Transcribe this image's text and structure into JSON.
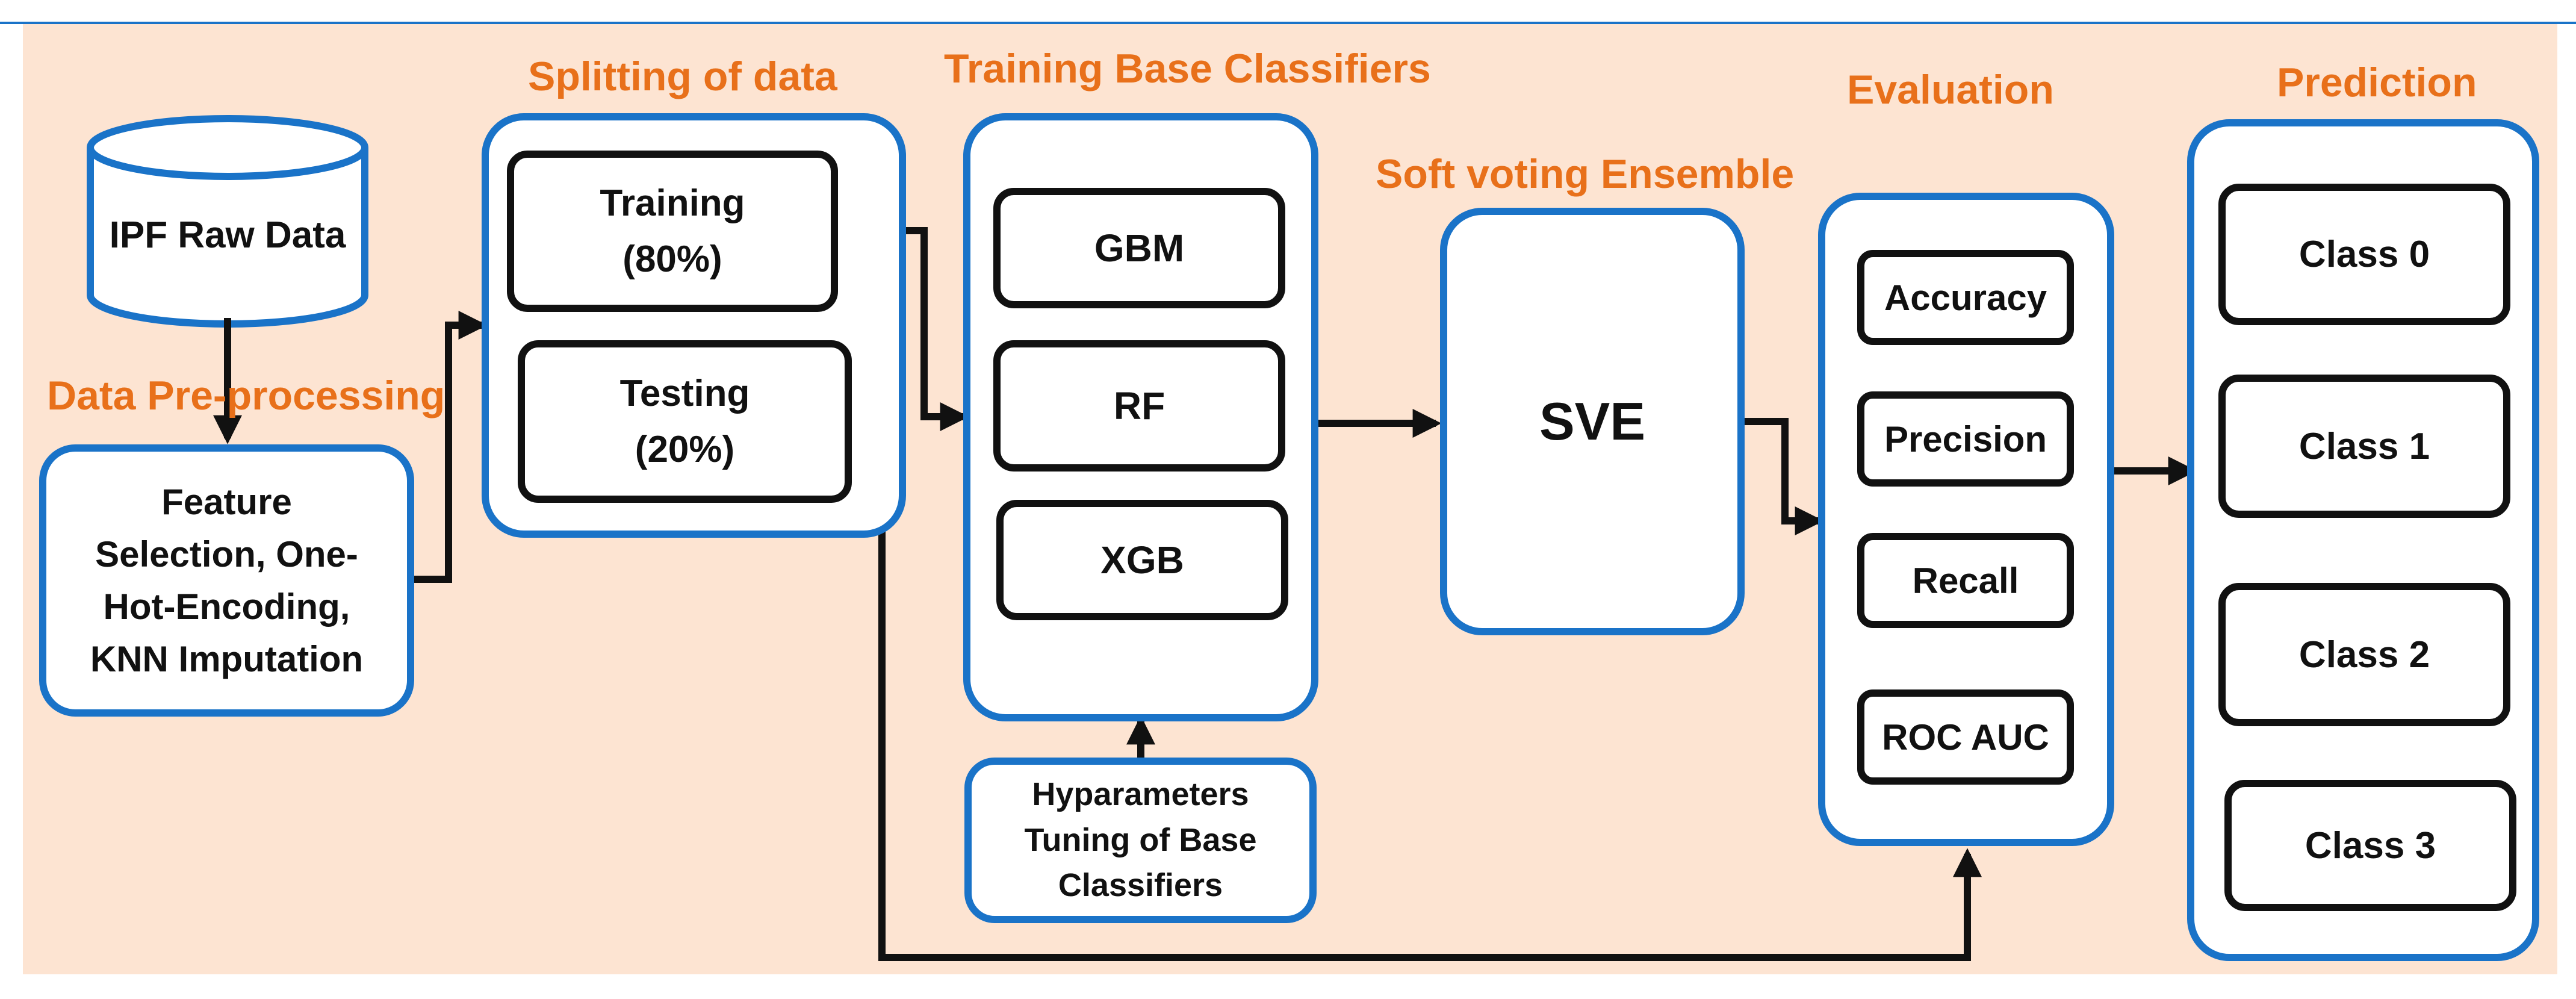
{
  "colors": {
    "background": "#fde4d2",
    "stage_title": "#e8701a",
    "container_border": "#1a73c8",
    "inner_border": "#111111",
    "arrow": "#111111"
  },
  "stages": {
    "preprocessing": "Data Pre-processing",
    "splitting": "Splitting of data",
    "training": "Training Base Classifiers",
    "ensemble": "Soft voting Ensemble",
    "evaluation": "Evaluation",
    "prediction": "Prediction"
  },
  "nodes": {
    "raw_data": "IPF Raw Data",
    "preprocessing_steps": "Feature\nSelection, One-\nHot-Encoding,\nKNN Imputation",
    "training_split": "Training\n(80%)",
    "testing_split": "Testing\n(20%)",
    "classifiers": [
      "GBM",
      "RF",
      "XGB"
    ],
    "tuning": "Hyparameters\nTuning of Base\nClassifiers",
    "sve": "SVE",
    "metrics": [
      "Accuracy",
      "Precision",
      "Recall",
      "ROC AUC"
    ],
    "classes": [
      "Class 0",
      "Class 1",
      "Class 2",
      "Class 3"
    ]
  }
}
